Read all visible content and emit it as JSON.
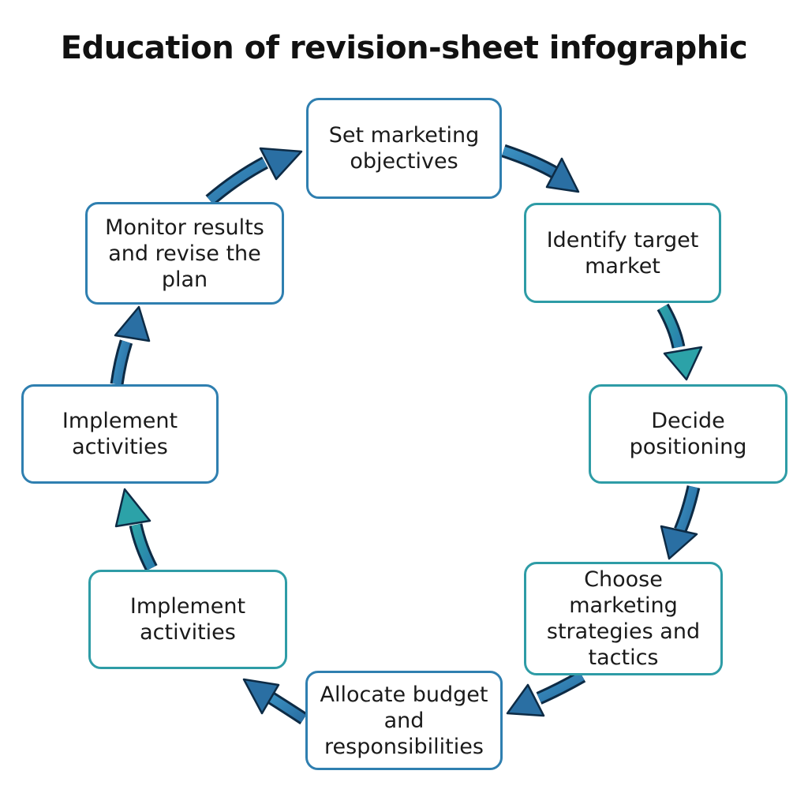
{
  "title": "Education of revision-sheet infographic",
  "colors": {
    "blue": "#2f7fb0",
    "teal": "#2e9ca6",
    "outline": "#0d2b45"
  },
  "steps": [
    {
      "label": "Set marketing\nobjectives"
    },
    {
      "label": "Identify target\nmarket"
    },
    {
      "label": "Decide\npositioning"
    },
    {
      "label": "Choose\nmarketing\nstrategies and\ntactics"
    },
    {
      "label": "Allocate budget\nand\nresponsibilities"
    },
    {
      "label": "Implement\nactivities"
    },
    {
      "label": "Implement\nactivities"
    },
    {
      "label": "Monitor results\nand revise the\nplan"
    }
  ]
}
